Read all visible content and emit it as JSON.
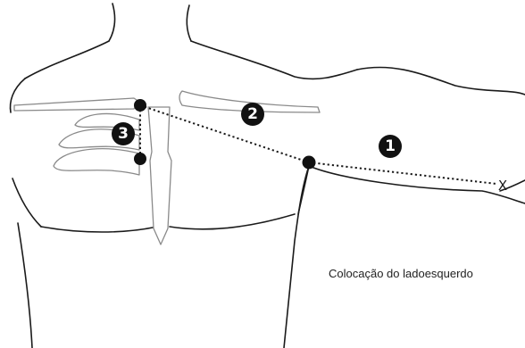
{
  "caption": "Colocação do ladoesquerdo",
  "end_marker": "X",
  "steps": [
    {
      "number": "1",
      "label": "1"
    },
    {
      "number": "2",
      "label": "2"
    },
    {
      "number": "3",
      "label": "3"
    }
  ]
}
